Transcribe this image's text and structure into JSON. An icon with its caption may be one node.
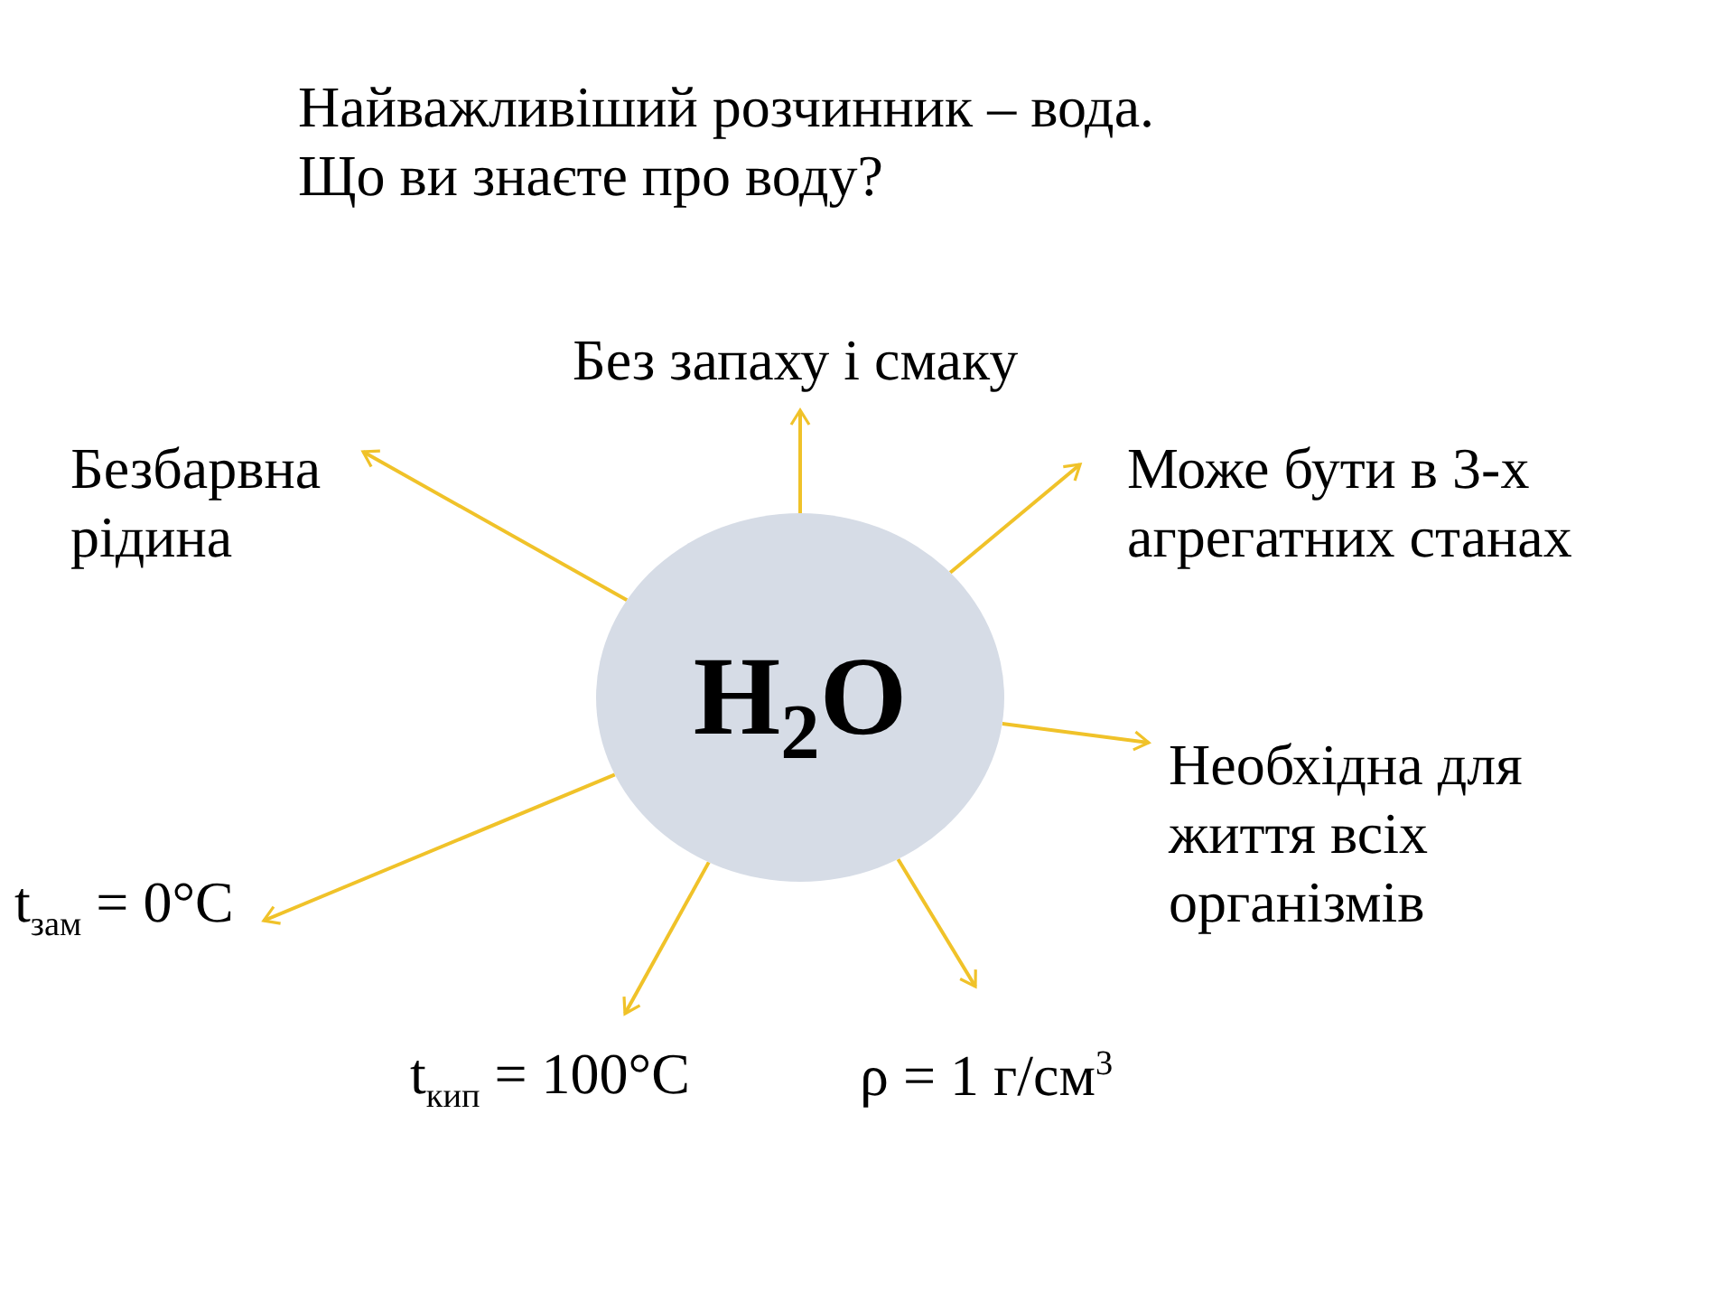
{
  "diagram": {
    "title": "Найважливіший розчинник – вода. Що ви знаєте про воду?",
    "nodes": [
      {
        "text": [
          "H$_{2}$O"
        ]
      },
      {
        "text": [
          "Без запаху і смаку"
        ]
      },
      {
        "text": [
          "Безбарвна рідина"
        ]
      },
      {
        "text": [
          "Може бути в 3-х агрегатних станах"
        ]
      },
      {
        "text": [
          "Необхідна для життя всіх організмів"
        ]
      },
      {
        "text": [
          "t$_{зам}$ = 0°C"
        ]
      },
      {
        "text": [
          "t$_{кип}$ = 100°C"
        ]
      },
      {
        "text": [
          "ρ = 1 г/см$^{3}$"
        ]
      }
    ],
    "edges": [
      {
        "from": 0,
        "to": 1,
        "arrow": "to"
      },
      {
        "from": 0,
        "to": 2,
        "arrow": "to"
      },
      {
        "from": 0,
        "to": 3,
        "arrow": "to"
      },
      {
        "from": 0,
        "to": 4,
        "arrow": "to"
      },
      {
        "from": 0,
        "to": 5,
        "arrow": "to"
      },
      {
        "from": 0,
        "to": 6,
        "arrow": "to"
      },
      {
        "from": 0,
        "to": 7,
        "arrow": "to"
      }
    ]
  }
}
